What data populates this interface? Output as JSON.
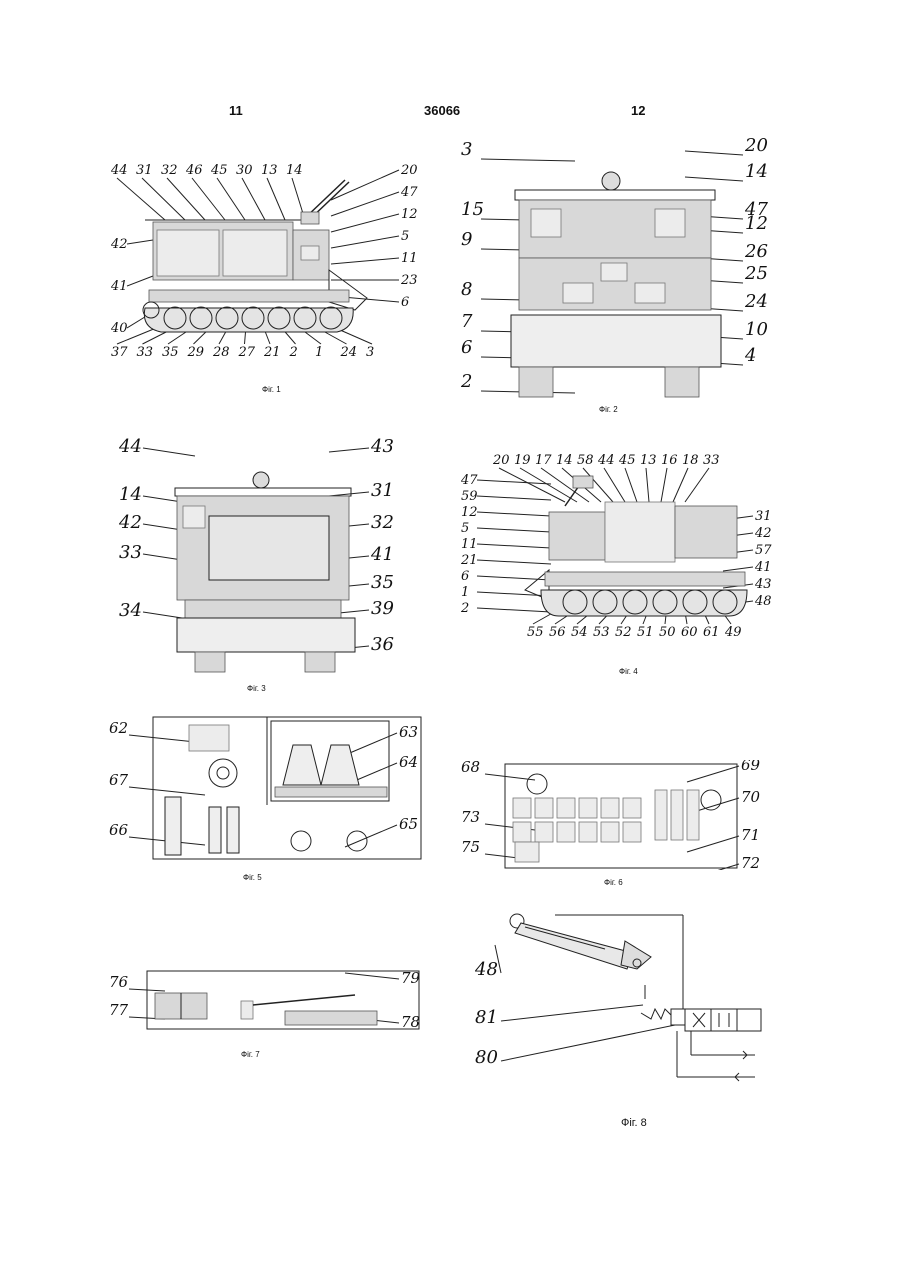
{
  "header": {
    "left": "11",
    "center": "36066",
    "right": "12"
  },
  "figures": [
    {
      "caption": "Фіг. 1",
      "labels_top": [
        "44",
        "31",
        "32",
        "46",
        "45",
        "30",
        "13",
        "14"
      ],
      "labels_right": [
        "20",
        "47",
        "12",
        "5",
        "11",
        "23",
        "6"
      ],
      "labels_left": [
        "42",
        "41",
        "40"
      ],
      "labels_bottom": [
        "37",
        "33",
        "35",
        "29",
        "28",
        "27",
        "21",
        "2",
        "1",
        "24",
        "3"
      ]
    },
    {
      "caption": "Фіг. 2",
      "labels_left": [
        "3",
        "15",
        "9",
        "8",
        "7",
        "6",
        "2"
      ],
      "labels_right": [
        "20",
        "14",
        "47",
        "12",
        "26",
        "25",
        "24",
        "10",
        "4"
      ]
    },
    {
      "caption": "Фіг. 3",
      "labels_left": [
        "44",
        "14",
        "42",
        "33",
        "34"
      ],
      "labels_right": [
        "43",
        "31",
        "32",
        "41",
        "35",
        "39",
        "36"
      ]
    },
    {
      "caption": "Фіг. 4",
      "labels_top": [
        "20",
        "19",
        "17",
        "14",
        "58",
        "44",
        "45",
        "13",
        "16",
        "18",
        "33"
      ],
      "labels_left": [
        "47",
        "59",
        "12",
        "5",
        "11",
        "21",
        "6",
        "1",
        "2"
      ],
      "labels_right": [
        "31",
        "42",
        "57",
        "41",
        "43",
        "48"
      ],
      "labels_bottom": [
        "55",
        "56",
        "54",
        "53",
        "52",
        "51",
        "50",
        "60",
        "61",
        "49"
      ]
    },
    {
      "caption": "Фіг. 5",
      "labels_left": [
        "62",
        "67",
        "66"
      ],
      "labels_right": [
        "63",
        "64",
        "65"
      ]
    },
    {
      "caption": "Фіг. 6",
      "labels_left": [
        "68",
        "73",
        "75"
      ],
      "labels_right": [
        "69",
        "70",
        "71",
        "72"
      ]
    },
    {
      "caption": "Фіг. 7",
      "labels_left": [
        "76",
        "77"
      ],
      "labels_right": [
        "79",
        "78"
      ]
    },
    {
      "caption": "Фіг. 8",
      "labels_left": [
        "48",
        "81",
        "80"
      ]
    }
  ]
}
